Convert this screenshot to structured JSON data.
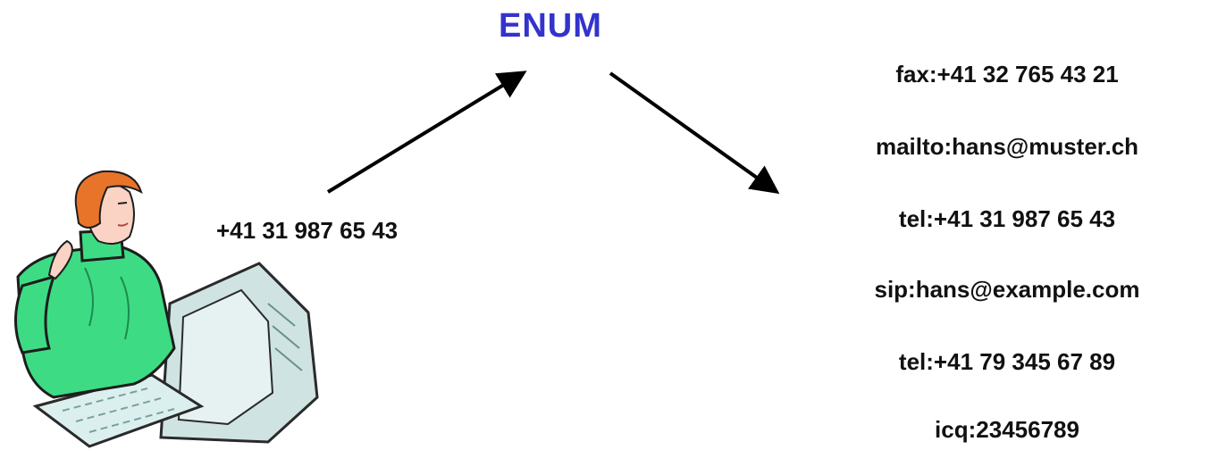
{
  "title": "ENUM",
  "phone_number": "+41 31 987 65 43",
  "uris": [
    "fax:+41 32 765 43 21",
    "mailto:hans@muster.ch",
    "tel:+41 31 987 65 43",
    "sip:hans@example.com",
    "tel:+41 79 345 67 89",
    "icq:23456789"
  ],
  "colors": {
    "title": "#3333cc",
    "text": "#111111",
    "arrow": "#000000",
    "sweater": "#3ddc84",
    "hair": "#e8742a",
    "skin": "#fbd3c5",
    "computer": "#cfe3e3"
  },
  "icons": {
    "person": "person-at-computer-clipart"
  }
}
